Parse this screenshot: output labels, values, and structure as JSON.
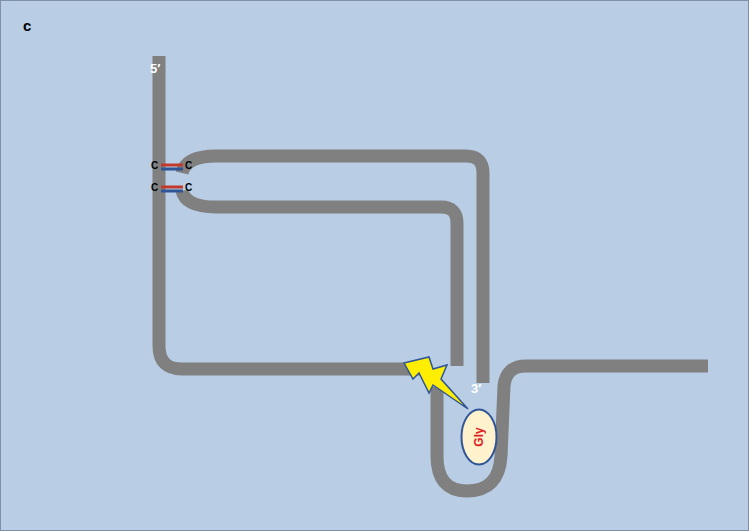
{
  "diagram": {
    "nodes": [
      {
        "text": [
          "Gly"
        ]
      }
    ],
    "labels": [
      "c",
      "5′",
      "3′",
      "C",
      "C",
      "C",
      "C"
    ]
  }
}
